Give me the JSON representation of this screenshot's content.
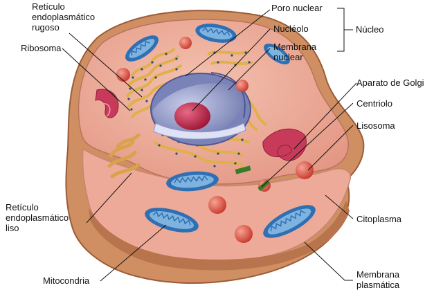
{
  "labels": {
    "reticulo_rugoso": "Retículo\nendoplasmático\nrugoso",
    "ribosoma": "Ribosoma",
    "poro_nuclear": "Poro nuclear",
    "nucleolo": "Nucléolo",
    "membrana_nuclear": "Membrana\nnuclear",
    "nucleo": "Núcleo",
    "aparato_golgi": "Aparato de Golgi",
    "centriolo": "Centriolo",
    "lisosoma": "Lisosoma",
    "reticulo_liso": "Retículo\nendoplasmático\nliso",
    "citoplasma": "Citoplasma",
    "mitocondria": "Mitocondria",
    "membrana_plasmatica": "Membrana\nplasmática"
  },
  "colors": {
    "membrane_outer": "#c98a5e",
    "cytoplasm": "#e9a08f",
    "cytoplasm_light": "#f2b9a8",
    "mitochondria_outer": "#2f6fb3",
    "mitochondria_inner": "#7fb3df",
    "lysosome": "#d94a3c",
    "nucleus": "#8f98c9",
    "nucleolus": "#c2274a",
    "golgi": "#c73a5a",
    "rough_er": "#e0b04a",
    "ribosome_dots": "#2a4a7a",
    "centriole": "#3c7a2a"
  }
}
